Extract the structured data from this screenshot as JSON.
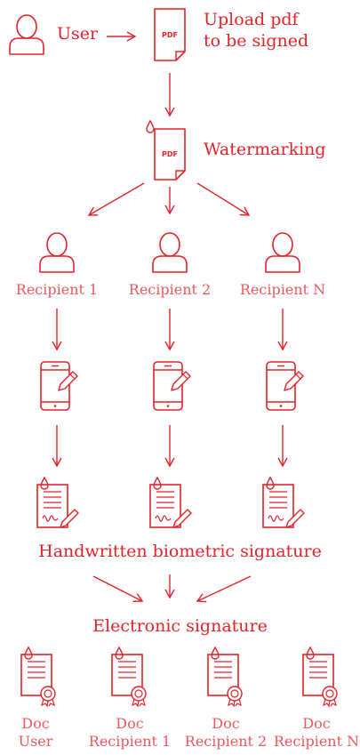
{
  "nodes": {
    "user": "User",
    "upload": [
      "Upload pdf",
      "to be signed"
    ],
    "watermarking": "Watermarking",
    "pdf_tag": "PDF",
    "recipients": [
      "Recipient 1",
      "Recipient 2",
      "Recipient N"
    ],
    "handwritten": "Handwritten biometric signature",
    "electronic": "Electronic signature",
    "docs": [
      {
        "line1": "Doc",
        "line2": "User"
      },
      {
        "line1": "Doc",
        "line2": "Recipient 1"
      },
      {
        "line1": "Doc",
        "line2": "Recipient 2"
      },
      {
        "line1": "Doc",
        "line2": "Recipient N"
      }
    ]
  },
  "colors": {
    "accent": "#e2232a",
    "light": "#e95a5f"
  }
}
